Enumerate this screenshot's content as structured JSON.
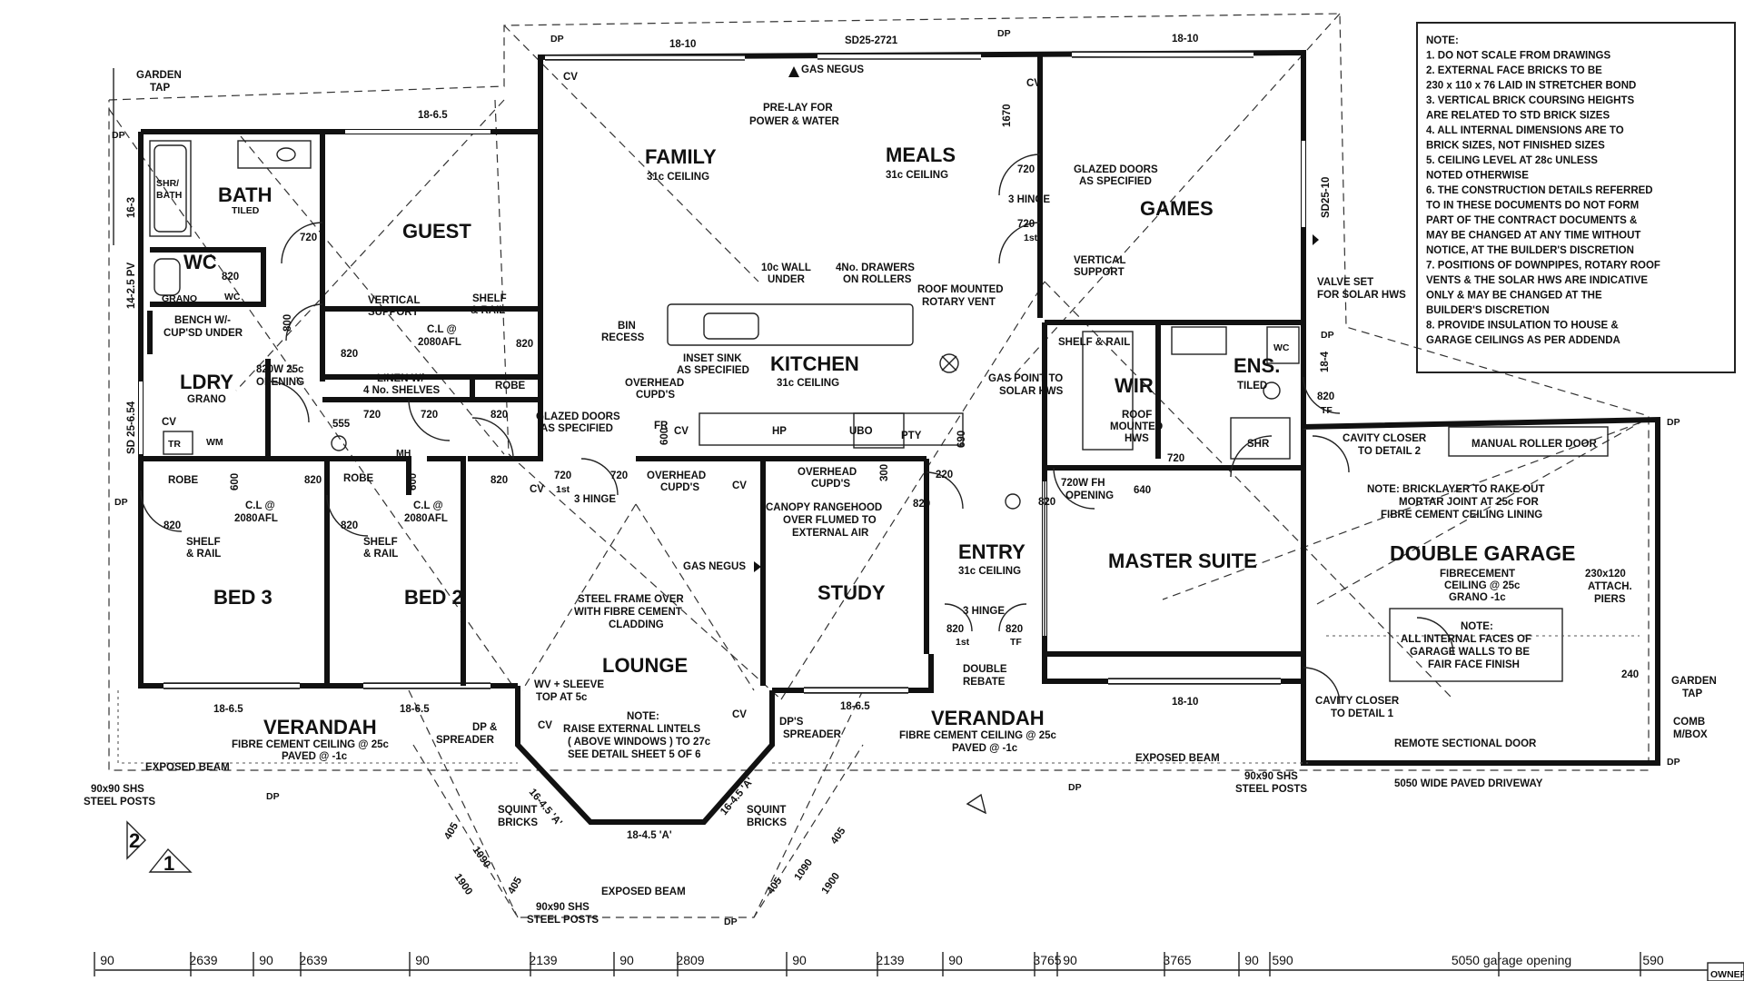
{
  "rooms": {
    "bath": "BATH",
    "bath_sub": "TILED",
    "shr_bath": [
      "SHR/",
      "BATH"
    ],
    "wc": "WC",
    "wc_sub": "GRANO",
    "wc_tag": "WC",
    "bench": [
      "BENCH W/-",
      "CUP'SD UNDER"
    ],
    "ldry": "LDRY",
    "ldry_sub": "GRANO",
    "guest": "GUEST",
    "family": "FAMILY",
    "family_sub": "31c CEILING",
    "meals": "MEALS",
    "meals_sub": "31c CEILING",
    "games": "GAMES",
    "kitchen": "KITCHEN",
    "kitchen_sub": "31c CEILING",
    "wir": "WIR",
    "ens": "ENS.",
    "ens_sub": "TILED",
    "ens_wc": "WC",
    "shr": "SHR",
    "bed3": "BED 3",
    "bed2": "BED 2",
    "lounge": "LOUNGE",
    "study": "STUDY",
    "entry": "ENTRY",
    "entry_sub": "31c CEILING",
    "master": "MASTER SUITE",
    "garage": "DOUBLE GARAGE",
    "garage_sub": [
      "FIBRECEMENT",
      "CEILING @ 25c",
      "GRANO -1c"
    ],
    "verandah": "VERANDAH",
    "verandah_sub": [
      "FIBRE CEMENT CEILING @ 25c",
      "PAVED @ -1c"
    ]
  },
  "annotations": {
    "garden_tap": [
      "GARDEN",
      "TAP"
    ],
    "garden_tap_r": [
      "GARDEN",
      "TAP"
    ],
    "gas_negus_top": "GAS NEGUS",
    "gas_negus_mid": "GAS NEGUS",
    "prelay": [
      "PRE-LAY FOR",
      "POWER & WATER"
    ],
    "glazed_doors_games": [
      "GLAZED DOORS",
      "AS SPECIFIED"
    ],
    "three_hinge_games": "3 HINGE",
    "vertical_support_guest": [
      "VERTICAL",
      "SUPPORT"
    ],
    "vertical_support_games": [
      "VERTICAL",
      "SUPPORT"
    ],
    "shelf_rail_guest": [
      "SHELF",
      "& RAIL"
    ],
    "cl_guest": [
      "C.L @",
      "2080AFL"
    ],
    "robe": "ROBE",
    "linen": [
      "LINEN W/-",
      "4 No. SHELVES"
    ],
    "opening_ldry": [
      "820W 25c",
      "OPENING"
    ],
    "wall_under": [
      "10c WALL",
      "UNDER"
    ],
    "drawers": [
      "4No. DRAWERS",
      "ON ROLLERS"
    ],
    "roof_vent": [
      "ROOF MOUNTED",
      "ROTARY VENT"
    ],
    "bin_recess": [
      "BIN",
      "RECESS"
    ],
    "inset_sink": [
      "INSET SINK",
      "AS SPECIFIED"
    ],
    "overhead_kitchen": [
      "OVERHEAD",
      "CUPD'S"
    ],
    "glazed_doors_family": [
      "GLAZED DOORS",
      "AS SPECIFIED"
    ],
    "fr": "FR",
    "cv": "CV",
    "hp": "HP",
    "ubo": "UBO",
    "pty": "PTY",
    "tr": "TR",
    "wm": "WM",
    "mh": "MH",
    "gas_point": [
      "GAS POINT TO",
      "SOLAR HWS"
    ],
    "shelf_rail_wir": "SHELF & RAIL",
    "roof_hws": [
      "ROOF",
      "MOUNTED",
      "HWS"
    ],
    "valve_set": [
      "VALVE SET",
      "FOR SOLAR HWS"
    ],
    "cl_bed3": [
      "C.L @",
      "2080AFL"
    ],
    "cl_bed2": [
      "C.L @",
      "2080AFL"
    ],
    "shelf_rail_bed3": [
      "SHELF",
      "& RAIL"
    ],
    "shelf_rail_bed2": [
      "SHELF",
      "& RAIL"
    ],
    "three_hinge_family": "3 HINGE",
    "overhead_lounge": [
      "OVERHEAD",
      "CUPD'S"
    ],
    "overhead_study": [
      "OVERHEAD",
      "CUPD'S"
    ],
    "canopy": [
      "CANOPY RANGEHOOD",
      "OVER FLUMED TO",
      "EXTERNAL AIR"
    ],
    "opening_master": [
      "720W FH",
      "OPENING"
    ],
    "steel_frame": [
      "STEEL FRAME OVER",
      "WITH FIBRE CEMENT",
      "CLADDING"
    ],
    "wv_sleeve": [
      "WV + SLEEVE",
      "TOP AT 5c"
    ],
    "lintel_note": [
      "NOTE:",
      "RAISE EXTERNAL LINTELS",
      "( ABOVE WINDOWS ) TO 27c",
      "SEE DETAIL SHEET 5 OF 6"
    ],
    "dp_spreader_l": [
      "DP &",
      "SPREADER"
    ],
    "dp_spreader_r": [
      "DP'S",
      "SPREADER"
    ],
    "three_hinge_entry": "3 HINGE",
    "double_rebate": [
      "DOUBLE",
      "REBATE"
    ],
    "cavity_closer_2": [
      "CAVITY CLOSER",
      "TO DETAIL 2"
    ],
    "cavity_closer_1": [
      "CAVITY CLOSER",
      "TO DETAIL 1"
    ],
    "manual_roller": "MANUAL ROLLER DOOR",
    "remote_door": "REMOTE SECTIONAL DOOR",
    "bricklayer_note": [
      "NOTE: BRICKLAYER TO RAKE OUT",
      "MORTAR JOINT AT 25c FOR",
      "FIBRE CEMENT CEILING LINING"
    ],
    "attach_piers": [
      "230x120",
      "ATTACH.",
      "PIERS"
    ],
    "garage_faces_note": [
      "NOTE:",
      "ALL INTERNAL FACES OF",
      "GARAGE WALLS TO BE",
      "FAIR FACE FINISH"
    ],
    "comb_mbox": [
      "COMB",
      "M/BOX"
    ],
    "exposed_beam": "EXPOSED BEAM",
    "steel_posts": [
      "90x90 SHS",
      "STEEL POSTS"
    ],
    "squint_bricks": [
      "SQUINT",
      "BRICKS"
    ],
    "driveway": "5050 WIDE PAVED DRIVEWAY",
    "dp": "DP",
    "first": "1st",
    "tf": "TF"
  },
  "dimensions": {
    "dp_1810_l": "18-10",
    "sd_2721": "SD25-2721",
    "dp_1810_r": "18-10",
    "bath_width": "18-6.5",
    "bath_height": "16-3",
    "pv_side": "14-2.5 PV",
    "sd_side": "SD 25-6.54",
    "sd_games": "SD25-10",
    "ens_side": "18-4",
    "v1670": "1670",
    "d720": "720",
    "d820": "820",
    "d800": "800",
    "d555": "555",
    "d600": "600",
    "d300": "300",
    "d220": "220",
    "d690": "690",
    "d640": "640",
    "d240": "240",
    "d405": "405",
    "d1090": "1090",
    "d1900": "1900",
    "bay_l": "16-4.5 'A'",
    "bay_m": "18-4.5 'A'",
    "bay_r": "16-4.5 'A'",
    "ver_l1": "18-6.5",
    "ver_l2": "18-6.5",
    "ver_r1": "18-6.5",
    "ver_r2": "18-10",
    "bottom_row": [
      "90",
      "2639",
      "90",
      "2639",
      "90",
      "2139",
      "90",
      "2809",
      "90",
      "2139",
      "90",
      "3765",
      "90",
      "3765",
      "90",
      "590",
      "5050 garage opening",
      "590"
    ],
    "callouts": [
      "2",
      "1"
    ]
  },
  "notes": [
    "NOTE:",
    "1. DO NOT SCALE FROM DRAWINGS",
    "2. EXTERNAL FACE BRICKS TO BE",
    "    230 x 110 x 76 LAID IN STRETCHER BOND",
    "3. VERTICAL BRICK COURSING HEIGHTS",
    "    ARE RELATED TO STD BRICK SIZES",
    "4. ALL INTERNAL DIMENSIONS ARE TO",
    "    BRICK SIZES, NOT FINISHED SIZES",
    "5. CEILING LEVEL AT 28c UNLESS",
    "    NOTED OTHERWISE",
    "6. THE CONSTRUCTION DETAILS REFERRED",
    "    TO IN THESE DOCUMENTS DO NOT FORM",
    "    PART OF THE CONTRACT DOCUMENTS &",
    "    MAY BE CHANGED AT ANY TIME WITHOUT",
    "    NOTICE, AT THE BUILDER'S DISCRETION",
    "7. POSITIONS  OF DOWNPIPES, ROTARY ROOF",
    "    VENTS & THE SOLAR HWS ARE INDICATIVE",
    "    ONLY & MAY BE CHANGED AT THE",
    "    BUILDER'S DISCRETION",
    "8. PROVIDE INSULATION TO HOUSE &",
    "    GARAGE CEILINGS AS PER ADDENDA"
  ],
  "footer": {
    "owner": "OWNER"
  }
}
